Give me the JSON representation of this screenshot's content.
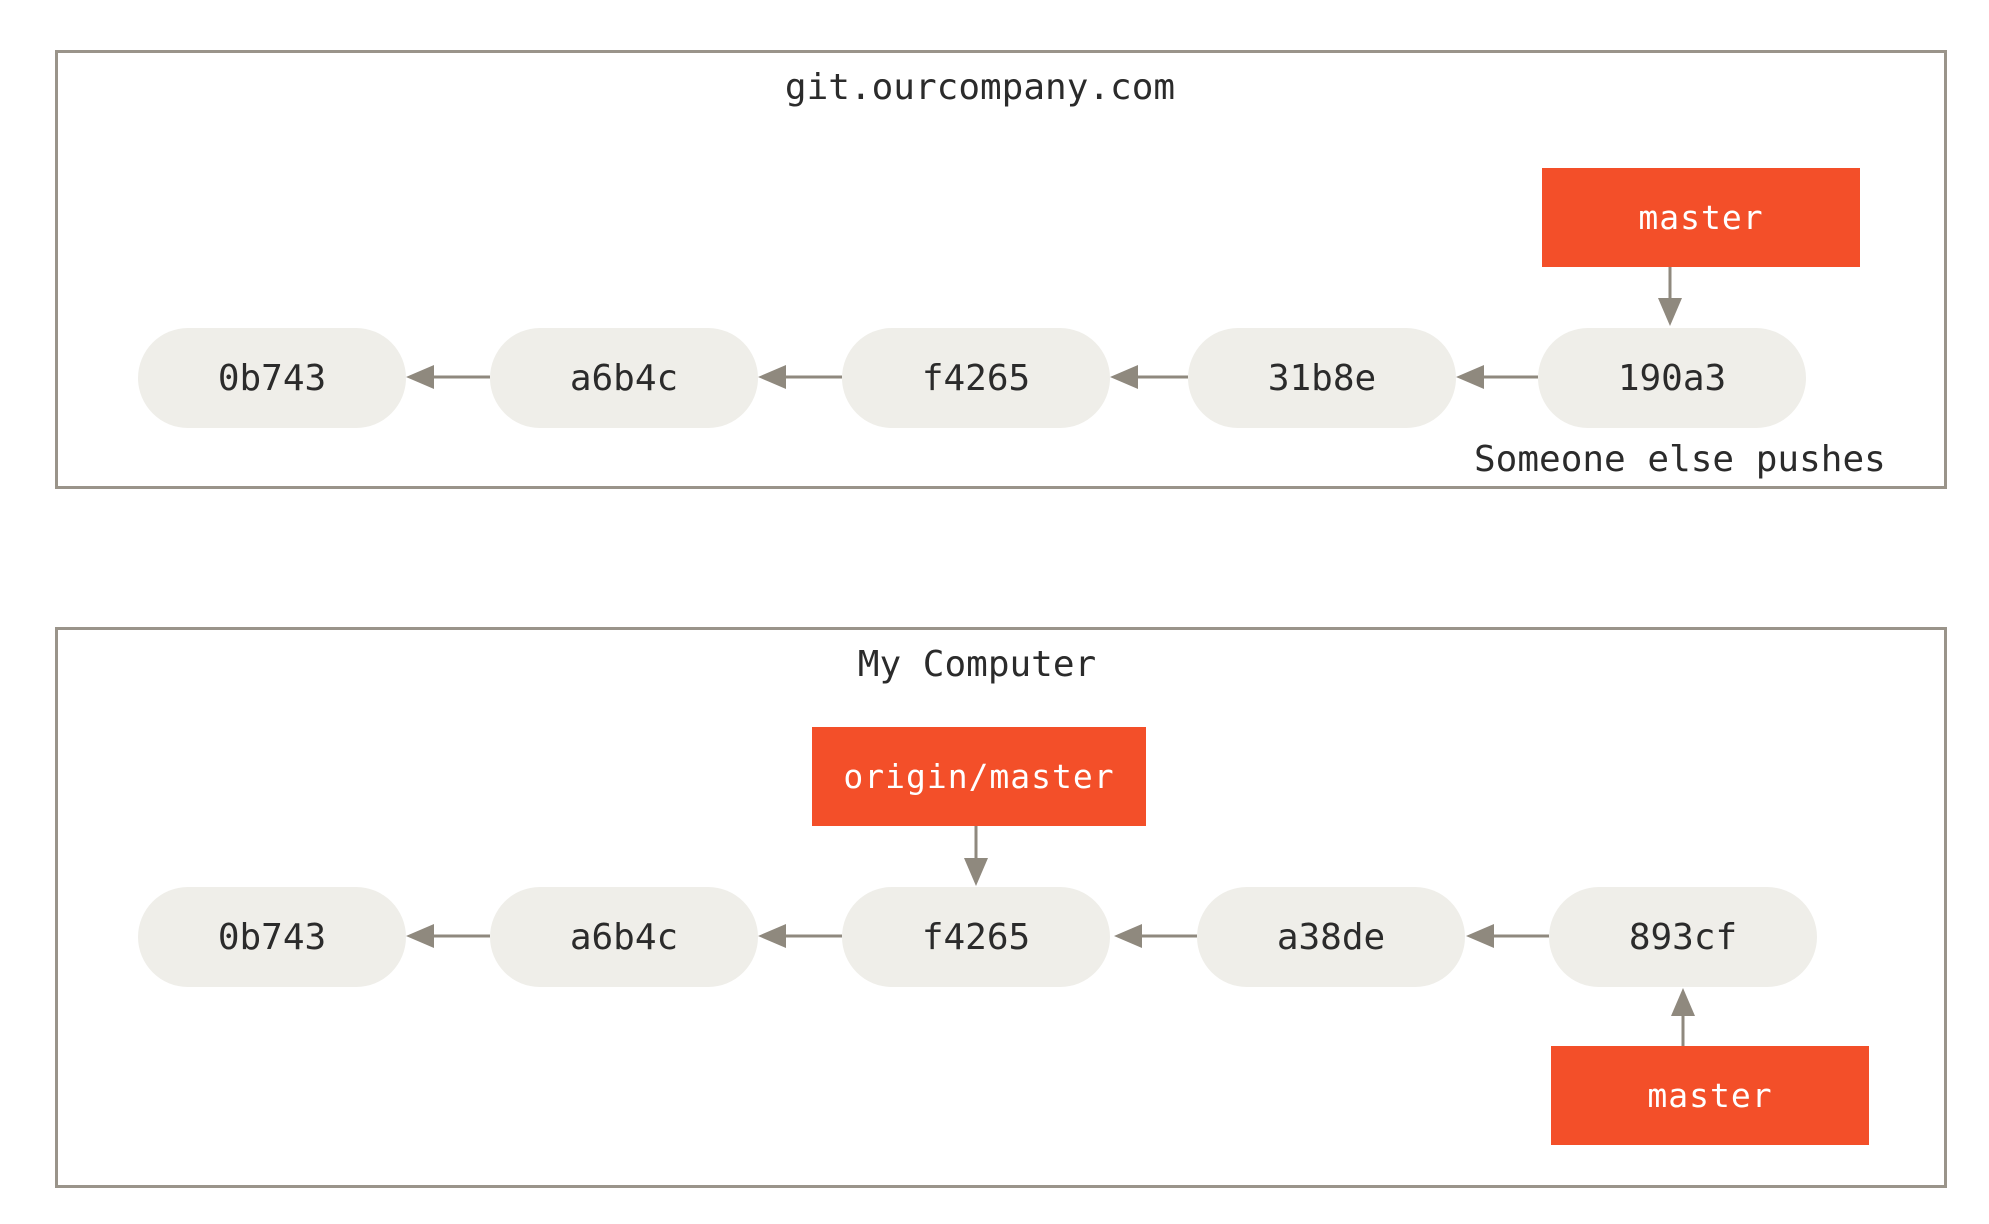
{
  "server": {
    "title": "git.ourcompany.com",
    "commits": [
      "0b743",
      "a6b4c",
      "f4265",
      "31b8e",
      "190a3"
    ],
    "branches": {
      "master": "master"
    },
    "note": "Someone else pushes"
  },
  "local": {
    "title": "My Computer",
    "commits": [
      "0b743",
      "a6b4c",
      "f4265",
      "a38de",
      "893cf"
    ],
    "branches": {
      "origin_master": "origin/master",
      "master": "master"
    }
  },
  "colors": {
    "branch_fill": "#f34f29",
    "commit_fill": "#efeee9",
    "arrow": "#8f897e",
    "border": "#9a948a"
  }
}
